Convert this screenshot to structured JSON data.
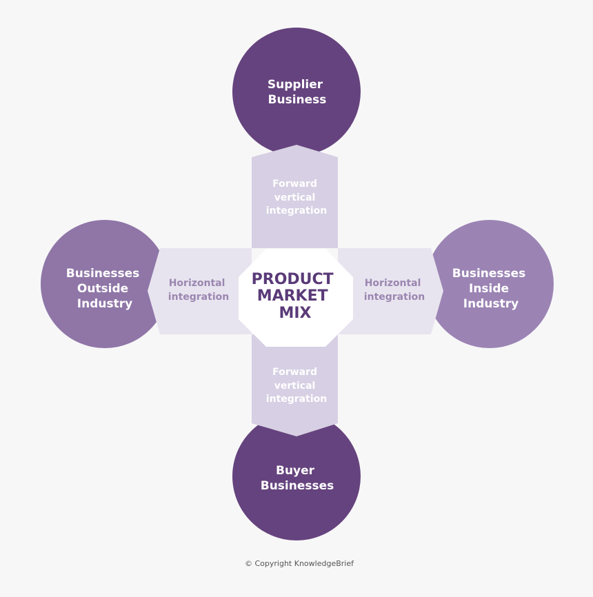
{
  "colors": {
    "background": "#f7f7f8",
    "dark_purple": "#65437e",
    "light_purple": "#8f76a7",
    "connector_vertical": "#d7cfe3",
    "connector_horizontal": "#e8e4ef",
    "center_text": "#5a3a78"
  },
  "nodes": {
    "top": {
      "lines": [
        "Supplier",
        "Business"
      ]
    },
    "bottom": {
      "lines": [
        "Buyer",
        "Businesses"
      ]
    },
    "left": {
      "lines": [
        "Businesses",
        "Outside",
        "Industry"
      ]
    },
    "right": {
      "lines": [
        "Businesses",
        "Inside",
        "Industry"
      ]
    }
  },
  "center": {
    "lines": [
      "PRODUCT",
      "MARKET",
      "MIX"
    ]
  },
  "connectors": {
    "top": {
      "lines": [
        "Forward",
        "vertical",
        "integration"
      ]
    },
    "bottom": {
      "lines": [
        "Forward",
        "vertical",
        "integration"
      ]
    },
    "left": {
      "lines": [
        "Horizontal",
        "integration"
      ]
    },
    "right": {
      "lines": [
        "Horizontal",
        "integration"
      ]
    }
  },
  "copyright": "© Copyright KnowledgeBrief"
}
